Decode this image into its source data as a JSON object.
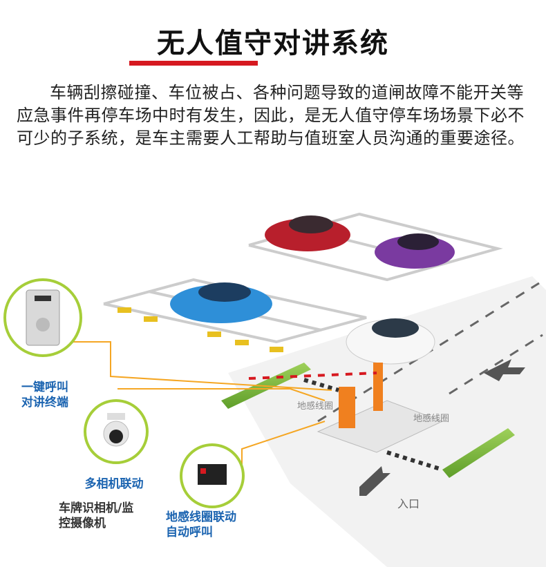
{
  "header": {
    "title": "无人值守对讲系统"
  },
  "intro": {
    "paragraph": "车辆刮擦碰撞、车位被占、各种问题导致的道闸故障不能开关等应急事件再停车场中时有发生，因此，是无人值守停车场场景下必不可少的子系统，是车主需要人工帮助与值班室人员沟通的重要途径。"
  },
  "features": [
    {
      "label_line1": "一键呼叫",
      "label_line2": "对讲终端",
      "icon": "intercom-panel-icon"
    },
    {
      "label": "多相机联动",
      "sub_line1": "车牌识相机/监",
      "sub_line2": "控摄像机",
      "icon": "dome-camera-icon"
    },
    {
      "label_line1": "地感线圈联动",
      "label_line2": "自动呼叫",
      "icon": "loop-detector-icon"
    }
  ],
  "scene": {
    "ground_marks": [
      "地感线圈",
      "地感线圈",
      "入口"
    ]
  },
  "colors": {
    "accent_red": "#d61920",
    "label_blue": "#1a63b0",
    "circle_green": "#a6ce39",
    "callout_orange": "#f5a623"
  }
}
